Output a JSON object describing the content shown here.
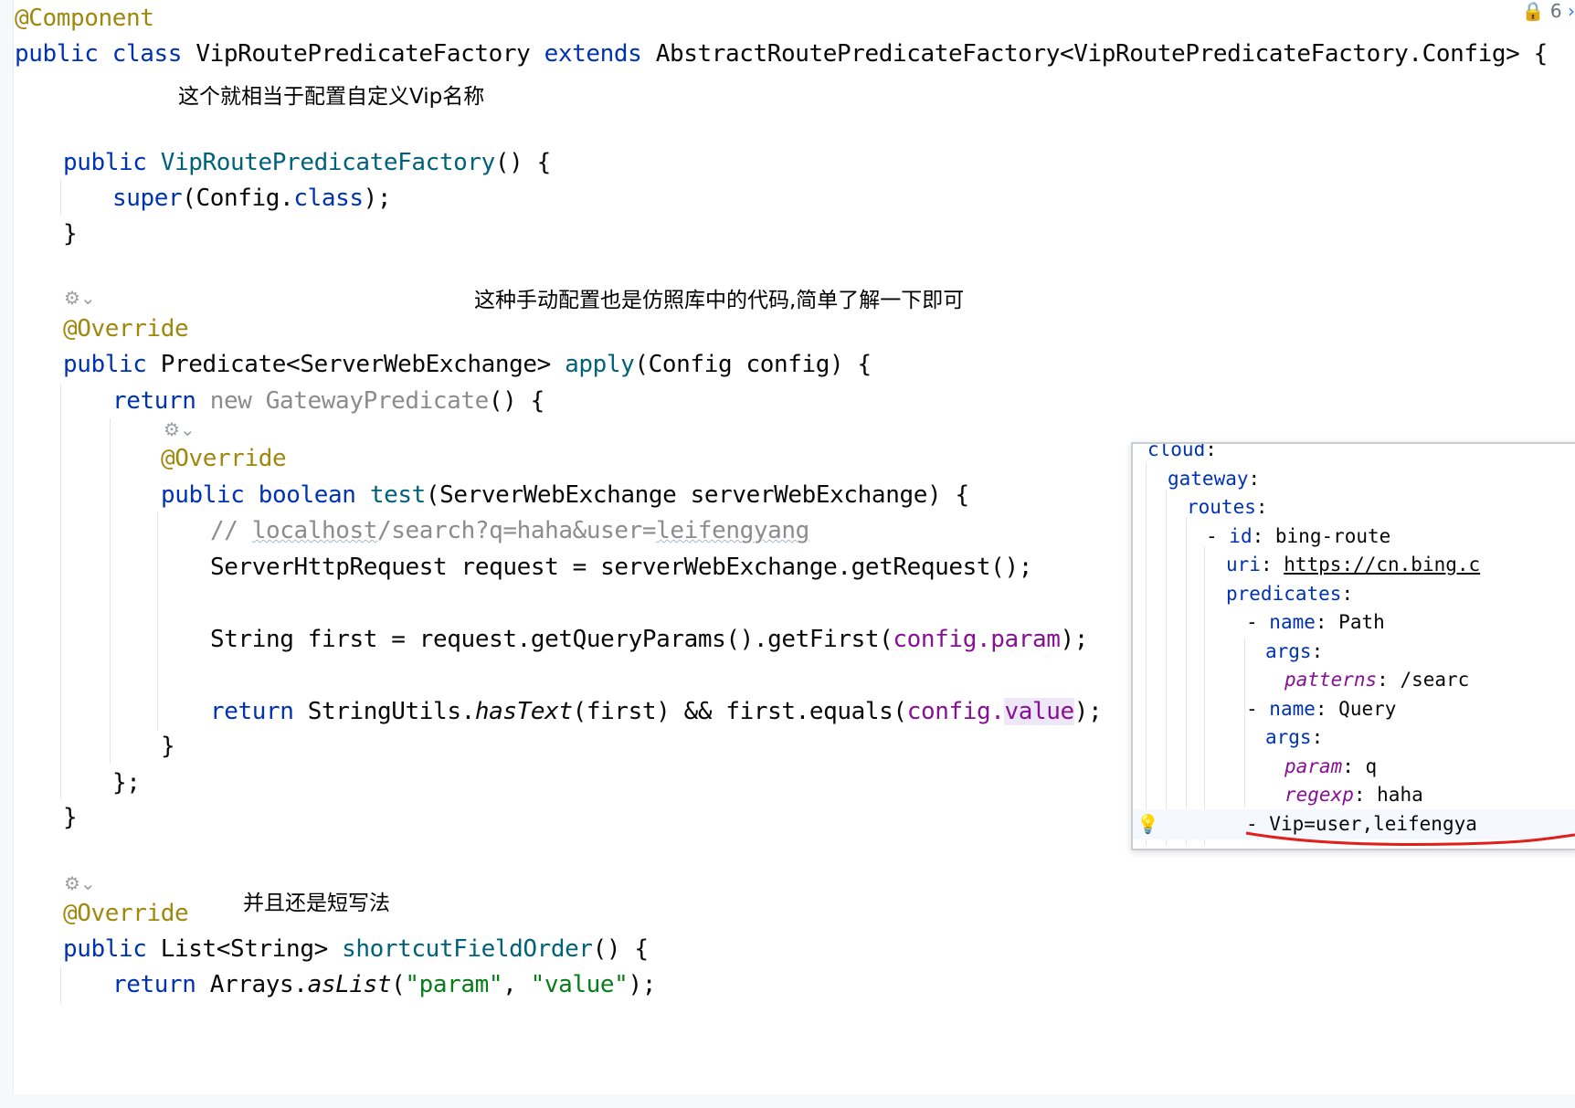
{
  "badge": {
    "count": "6"
  },
  "code": {
    "line1": {
      "ann": "@Component"
    },
    "line2": {
      "kw1": "public ",
      "kw2": "class ",
      "name": "VipRoutePredicateFactory ",
      "kw3": "extends ",
      "rest": "AbstractRoutePredicateFactory<VipRoutePredicateFactory.Config> {"
    },
    "line3": {
      "kw": "public ",
      "mth": "VipRoutePredicateFactory",
      "rest": "() {"
    },
    "line4": {
      "kw": "super",
      "p1": "(Config.",
      "kw2": "class",
      "p2": ");"
    },
    "line5": {
      "text": "}"
    },
    "line6": {
      "ann": "@Override"
    },
    "line7": {
      "kw": "public ",
      "t1": "Predicate<ServerWebExchange> ",
      "mth": "apply",
      "rest": "(Config config) {"
    },
    "line8": {
      "kw": "return ",
      "new": "new GatewayPredicate",
      "rest": "() {"
    },
    "line9": {
      "ann": "@Override"
    },
    "line10": {
      "kw1": "public ",
      "kw2": "boolean ",
      "mth": "test",
      "rest": "(ServerWebExchange serverWebExchange) {"
    },
    "line11": {
      "c1": "// ",
      "c2": "localhost",
      "c3": "/search?q=haha&user=",
      "c4": "leifengyang"
    },
    "line12": {
      "text": "ServerHttpRequest request = serverWebExchange.getRequest();"
    },
    "line13": {
      "t1": "String first = request.getQueryParams().getFirst(",
      "f1": "config.",
      "f2": "param",
      "t2": ");"
    },
    "line14": {
      "kw": "return ",
      "t1": "StringUtils.",
      "it": "hasText",
      "t2": "(first) && first.equals(",
      "f1": "config.",
      "f2": "value",
      "t3": ");"
    },
    "line15": {
      "text": "}"
    },
    "line16": {
      "text": "};"
    },
    "line17": {
      "text": "}"
    },
    "line18": {
      "ann": "@Override"
    },
    "line19": {
      "kw": "public ",
      "t1": "List<String> ",
      "mth": "shortcutFieldOrder",
      "rest": "() {"
    },
    "line20": {
      "kw": "return ",
      "t1": "Arrays.",
      "it": "asList",
      "p1": "(",
      "s1": "\"param\"",
      "p2": ", ",
      "s2": "\"value\"",
      "p3": ");"
    }
  },
  "notes": {
    "n1": "这个就相当于配置自定义Vip名称",
    "n2": "这种手动配置也是仿照库中的代码,简单了解一下即可",
    "n3": "并且还是短写法"
  },
  "yaml": {
    "l1": {
      "k": "cloud",
      "p": ":"
    },
    "l2": {
      "k": "gateway",
      "p": ":"
    },
    "l3": {
      "k": "routes",
      "p": ":"
    },
    "l4": {
      "d": "- ",
      "k": "id",
      "p": ": ",
      "v": "bing-route"
    },
    "l5": {
      "k": "uri",
      "p": ": ",
      "v": "https://cn.bing.c"
    },
    "l6": {
      "k": "predicates",
      "p": ":"
    },
    "l7": {
      "d": "- ",
      "k": "name",
      "p": ": ",
      "v": "Path"
    },
    "l8": {
      "k": "args",
      "p": ":"
    },
    "l9": {
      "k": "patterns",
      "p": ": ",
      "v": "/searc"
    },
    "l10": {
      "d": "- ",
      "k": "name",
      "p": ": ",
      "v": "Query"
    },
    "l11": {
      "k": "args",
      "p": ":"
    },
    "l12": {
      "k": "param",
      "p": ": ",
      "v": "q"
    },
    "l13": {
      "k": "regexp",
      "p": ": ",
      "v": "haha"
    },
    "l14": {
      "d": "- ",
      "v": "Vip=user,leifengya"
    }
  },
  "icons": {
    "gear": "inlay-hint-icon",
    "bulb": "lightbulb-icon",
    "lock": "lock-icon"
  }
}
